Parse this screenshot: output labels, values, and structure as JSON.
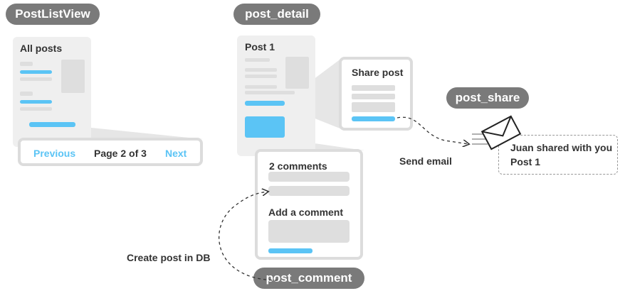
{
  "list_view": {
    "name": "PostListView",
    "panel_title": "All posts",
    "pagination": {
      "previous": "Previous",
      "status": "Page 2 of 3",
      "next": "Next"
    }
  },
  "detail_view": {
    "name": "post_detail",
    "panel_title": "Post 1",
    "share_card_title": "Share post",
    "comments_card_title": "2 comments",
    "add_comment_label": "Add a comment"
  },
  "share_view": {
    "name": "post_share",
    "send_label": "Send email",
    "email_text": [
      "Juan shared with you",
      "Post 1"
    ],
    "icon": "envelope-icon"
  },
  "comment_view": {
    "name": "post_comment",
    "db_label": "Create post in DB"
  },
  "colors": {
    "accent": "#5bc4f5",
    "pill": "#7a7a7a",
    "panel": "#efefef",
    "placeholder": "#dedede",
    "card_border": "#dcdcdc"
  }
}
